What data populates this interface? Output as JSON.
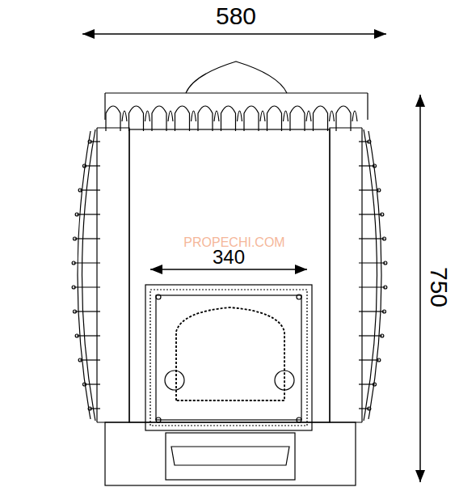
{
  "diagram": {
    "labels": [
      "580",
      "750",
      "PROPECHI.COM",
      "340"
    ]
  }
}
